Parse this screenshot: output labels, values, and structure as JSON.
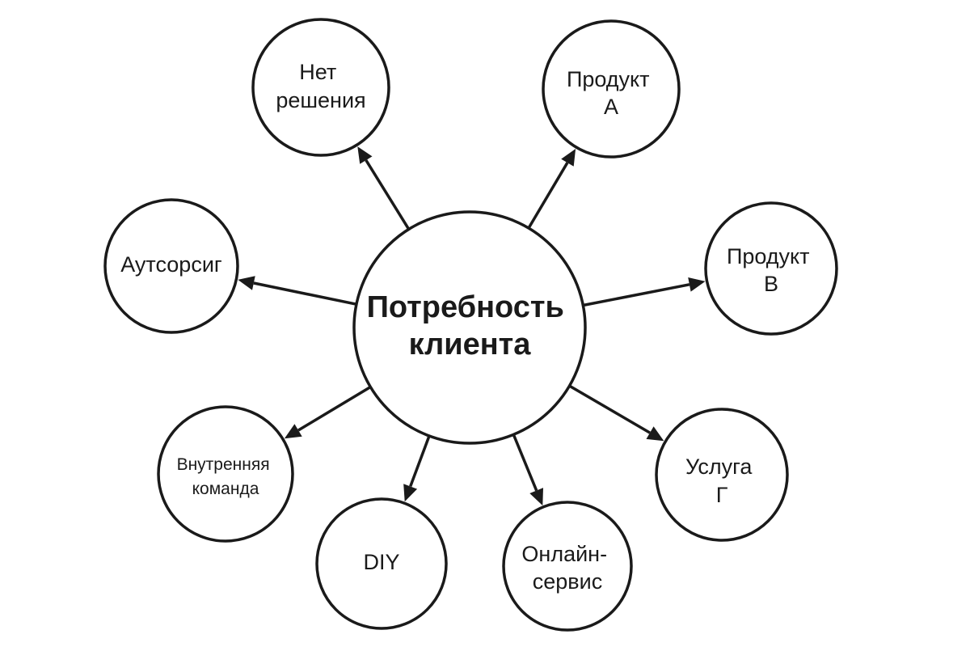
{
  "center": {
    "lines": [
      "Потребность",
      "клиента"
    ]
  },
  "nodes": [
    {
      "id": "no-solution",
      "lines": [
        "Нет",
        "решения"
      ]
    },
    {
      "id": "product-a",
      "lines": [
        "Продукт",
        "А"
      ]
    },
    {
      "id": "product-b",
      "lines": [
        "Продукт",
        "В"
      ]
    },
    {
      "id": "service-g",
      "lines": [
        "Услуга",
        "Г"
      ]
    },
    {
      "id": "online-service",
      "lines": [
        "Онлайн-",
        "сервис"
      ]
    },
    {
      "id": "diy",
      "lines": [
        "DIY"
      ]
    },
    {
      "id": "internal-team",
      "lines": [
        "Внутренняя",
        "команда"
      ]
    },
    {
      "id": "outsourcing",
      "lines": [
        "Аутсорсиг"
      ]
    }
  ],
  "colors": {
    "stroke": "#1a1a1a",
    "background": "#ffffff"
  }
}
